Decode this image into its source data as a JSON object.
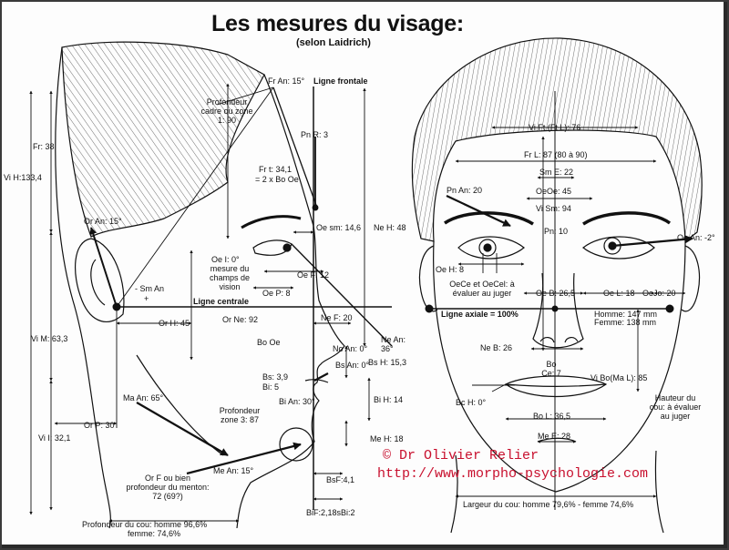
{
  "title": "Les mesures du visage:",
  "subtitle": "(selon Laidrich)",
  "credit": {
    "author": "© Dr Olivier Relier",
    "url": "http://www.morpho-psychologie.com",
    "color": "#c8102e"
  },
  "profile_labels": {
    "fr_an": "Fr An: 15°",
    "ligne_frontale": "Ligne frontale",
    "profondeur_cadre": "Profondeur cadre ou zone 1: 90",
    "pn_r": "Pn R: 3",
    "fr": "Fr: 38",
    "vi_h": "Vi H:133,4",
    "fr_t": "Fr t: 34,1",
    "bo_oe_x2": "= 2 x Bo Oe",
    "or_an": "Or An: 15°",
    "oe_sm": "Oe sm: 14,6",
    "ne_h": "Ne H: 48",
    "oe_i": "Oe I: 0°",
    "mesure_champs": "mesure du champs de vision",
    "sm_an": "- Sm An",
    "plus": "+",
    "oe_f": "Oe F: 12",
    "oe_p": "Oe P: 8",
    "ligne_centrale": "Ligne centrale",
    "or_ne": "Or Ne: 92",
    "ne_f": "Ne F: 20",
    "or_h": "Or H: 45",
    "vi_m": "Vi M: 63,3",
    "bo_oe": "Bo Oe",
    "ne_an": "Ne An: 36°",
    "no_an": "No An: 0°",
    "bs_h": "Bs H: 15,3",
    "bs_an": "Bs An: 0°",
    "bs": "Bs: 3,9",
    "bi": "Bi: 5",
    "ma_an": "Ma An: 65°",
    "bi_an": "Bi An: 30°",
    "bi_h": "Bi H: 14",
    "profondeur_zone3": "Profondeur zone 3: 87",
    "or_p": "Or P: 30",
    "vi_l": "Vi I: 32,1",
    "me_h": "Me H: 18",
    "me_an": "Me An: 15°",
    "or_f": "Or F ou bien profondeur du menton: 72 (69?)",
    "bsf": "BsF:4,1",
    "bif": "BiF:2,18sBi:2",
    "profondeur_cou": "Profondeur du cou: homme 96,6%",
    "femme_cou": "femme: 74,6%"
  },
  "front_labels": {
    "vi_ft": "Vi Ft (Ft L): 76",
    "fr_l": "Fr L: 87 (80 à 90)",
    "sm_e": "Sm E: 22",
    "pn_an": "Pn An: 20",
    "oe_oe": "OeOe: 45",
    "vi_sm": "Vi Sm: 94",
    "pn": "Pn: 10",
    "oe_an": "Oe An: -2°",
    "oe_h": "Oe H: 8",
    "oece": "OeCe et OeCel: à évaluer au juger",
    "oe_b": "Oe B: 26,5",
    "oe_l": "Oe L: 18",
    "oe_jo": "OeJo: 20",
    "ligne_axiale": "Ligne axiale = 100%",
    "homme": "Homme: 147 mm",
    "femme": "Femme: 138 mm",
    "ne_b": "Ne B: 26",
    "bo_ce": "Bo Ce: 7",
    "vi_bo": "Vi Bo(Ma L): 85",
    "bc_h": "Bc H: 0°",
    "bo_l": "Bo L: 36,5",
    "hauteur_cou": "Hauteur du cou: à évaluer au juger",
    "me_e": "Me E: 28",
    "largeur_cou": "Largeur du cou: homme 79,6% - femme 74,6%"
  }
}
